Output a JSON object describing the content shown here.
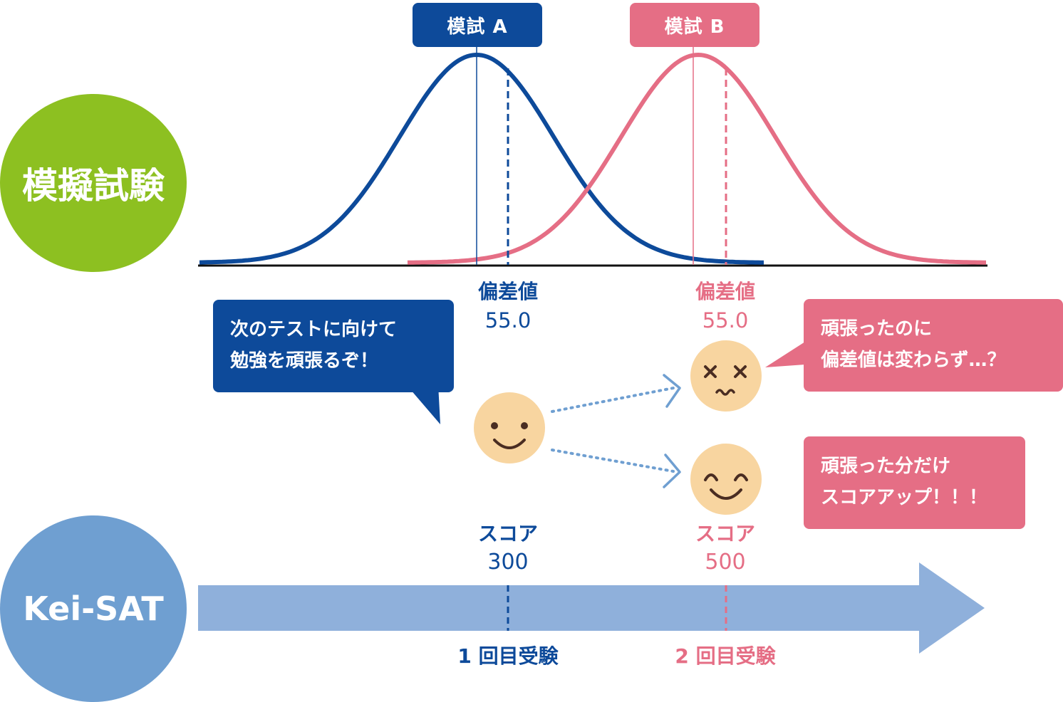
{
  "side_labels": {
    "mock_exam": "模擬試験",
    "kei_sat": "Kei-SAT"
  },
  "exam_tags": {
    "a": "模試 A",
    "b": "模試 B"
  },
  "deviation": {
    "a_label": "偏差値",
    "a_value": "55.0",
    "b_label": "偏差値",
    "b_value": "55.0"
  },
  "bubbles": {
    "left": [
      "次のテストに向けて",
      "勉強を頑張るぞ！"
    ],
    "top_right": [
      "頑張ったのに",
      "偏差値は変わらず…？"
    ],
    "bottom_right": [
      "頑張った分だけ",
      "スコアアップ！！！"
    ]
  },
  "scores": {
    "first_label": "スコア",
    "first_value": "300",
    "second_label": "スコア",
    "second_value": "500"
  },
  "attempts": {
    "first": "1 回目受験",
    "second": "2 回目受験"
  },
  "colors": {
    "green": "#8dc021",
    "light_blue": "#6f9fd1",
    "navy": "#0d4a9a",
    "pink": "#e56e85",
    "arrow": "#8fb0db",
    "face": "#f8d5a0"
  },
  "icons": [
    "smile-face-icon",
    "dizzy-face-icon",
    "happy-face-icon",
    "dotted-arrow-icon"
  ]
}
